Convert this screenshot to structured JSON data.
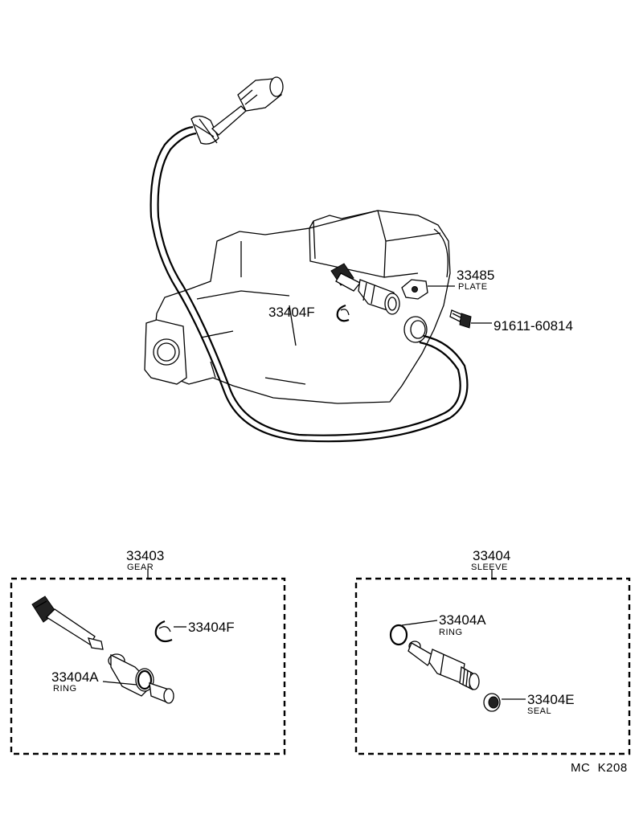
{
  "labels": {
    "plate_number": "33485",
    "plate_name": "PLATE",
    "clip_top": "33404F",
    "bolt": "91611-60814",
    "gear_number": "33403",
    "gear_name": "GEAR",
    "gear_clip": "33404F",
    "gear_ring_number": "33404A",
    "gear_ring_name": "RING",
    "sleeve_number": "33404",
    "sleeve_name": "SLEEVE",
    "sleeve_ring_number": "33404A",
    "sleeve_ring_name": "RING",
    "seal_number": "33404E",
    "seal_name": "SEAL",
    "drawing_code": "MC  K208"
  }
}
